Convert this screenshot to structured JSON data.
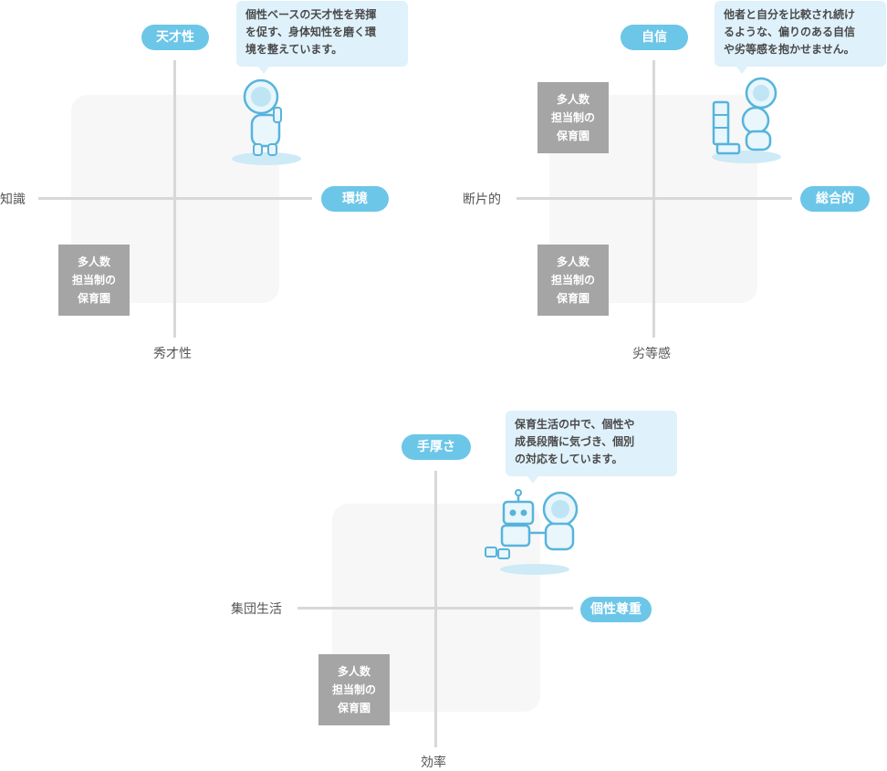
{
  "q1": {
    "top": "天才性",
    "right": "環境",
    "left": "知識",
    "bottom": "秀才性",
    "box": [
      "多人数",
      "担当制の",
      "保育園"
    ],
    "bubble": [
      "個性ベースの天才性を発揮",
      "を促す、身体知性を磨く環",
      "境を整えています。"
    ]
  },
  "q2": {
    "top": "自信",
    "right": "総合的",
    "left": "断片的",
    "bottom": "劣等感",
    "box_top": [
      "多人数",
      "担当制の",
      "保育園"
    ],
    "box_bottom": [
      "多人数",
      "担当制の",
      "保育園"
    ],
    "bubble": [
      "他者と自分を比較され続け",
      "るような、偏りのある自信",
      "や劣等感を抱かせません。"
    ]
  },
  "q3": {
    "top": "手厚さ",
    "right": "個性尊重",
    "left": "集団生活",
    "bottom": "効率",
    "box": [
      "多人数",
      "担当制の",
      "保育園"
    ],
    "bubble": [
      "保育生活の中で、個性や",
      "成長段階に気づき、個別",
      "の対応をしています。"
    ]
  },
  "colors": {
    "accent": "#6cc6e8",
    "bubble_bg": "#dff1fa",
    "box_bg": "#a5a5a5",
    "axis": "#d8d8d8"
  },
  "icons": [
    "astronaut-icon",
    "astronaut-building-blocks-icon",
    "robot-and-astronaut-icon"
  ]
}
